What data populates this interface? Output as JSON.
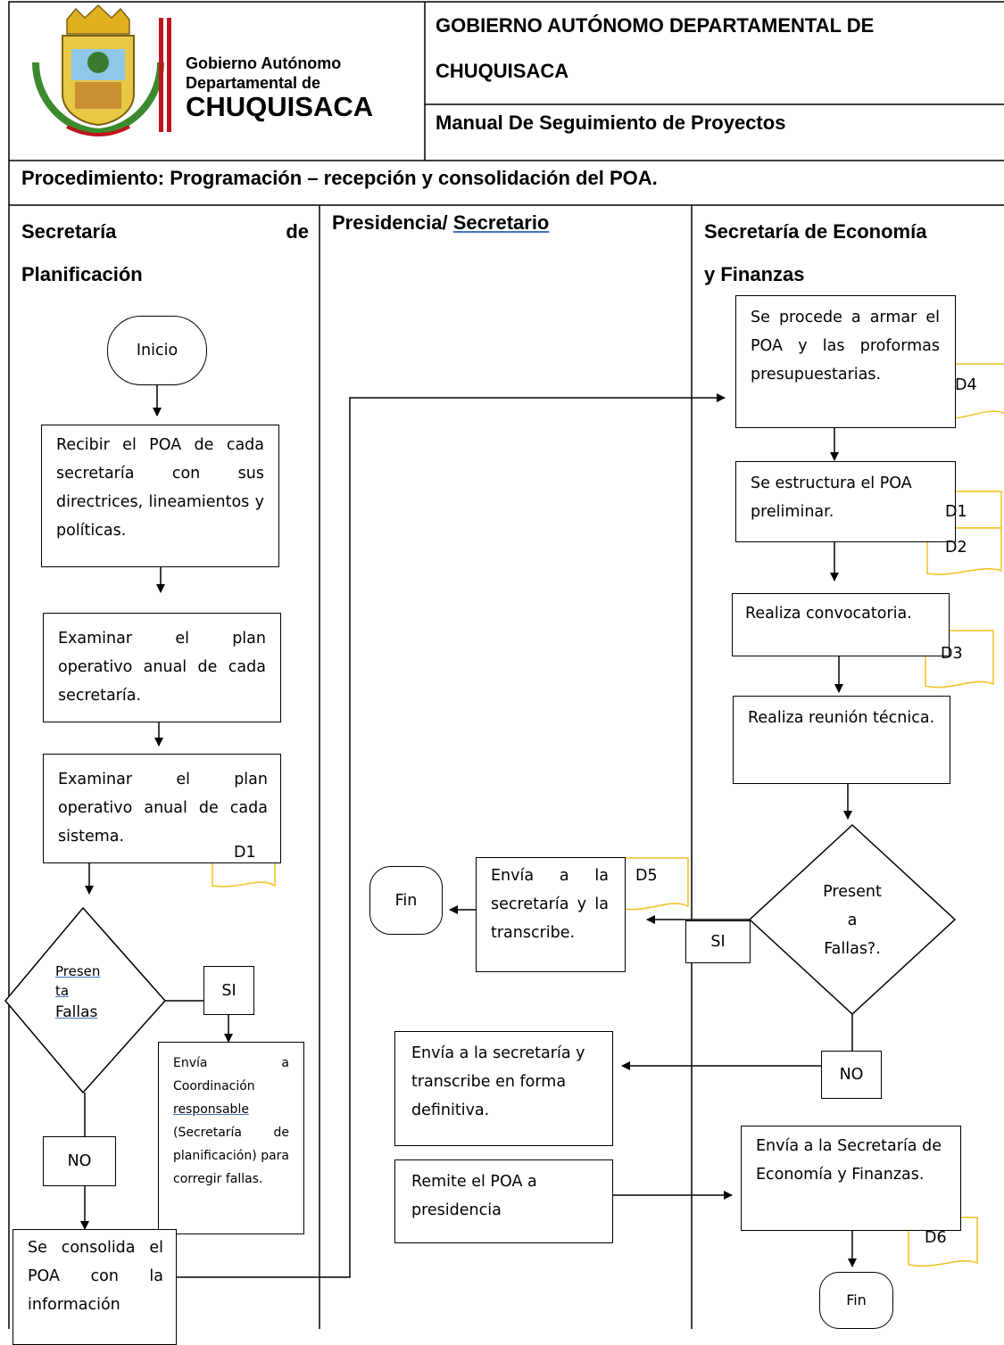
{
  "header": {
    "logo_line1": "Gobierno Autónomo",
    "logo_line2": "Departamental de",
    "logo_line3": "CHUQUISACA",
    "title_line1": "GOBIERNO AUTÓNOMO DEPARTAMENTAL DE",
    "title_line2": "CHUQUISACA",
    "subtitle": "Manual De Seguimiento de Proyectos"
  },
  "procedure": "Procedimiento: Programación – recepción y consolidación del POA.",
  "lanes": {
    "lane1_word1": "Secretaría",
    "lane1_word2": "de",
    "lane1_word3": "Planificación",
    "lane2_part1": "Presidencia/ ",
    "lane2_part2": "Secretario",
    "lane3_line1": "Secretaría de Economía",
    "lane3_line2": "y Finanzas"
  },
  "nodes": {
    "inicio": "Inicio",
    "recibir": "Recibir el POA de cada secretaría con sus directrices, lineamientos y políticas.",
    "examinar1": "Examinar el plan operativo anual de cada secretaría.",
    "examinar2": "Examinar el plan operativo anual de cada sistema.",
    "presenta_1": "Presen",
    "presenta_2": "ta",
    "presenta_3": "Fallas",
    "si_left": "SI",
    "no_left": "NO",
    "envia_coord_1": "Envía a Coordinación",
    "envia_coord_2": "responsable",
    "envia_coord_3": "(Secretaría de planificación) para corregir fallas.",
    "consolida": "Se consolida el POA con la información",
    "fin_mid": "Fin",
    "envia_transcribe": "Envía a la secretaría y la transcribe.",
    "envia_definitiva": "Envía a la secretaría y transcribe en forma definitiva.",
    "remite": "Remite el POA a presidencia",
    "armar": "Se procede a armar el POA y las proformas presupuestarias.",
    "estructura": "Se estructura el POA preliminar.",
    "convocatoria": "Realiza convocatoria.",
    "reunion": "Realiza reunión técnica.",
    "presenta_right_1": "Present",
    "presenta_right_2": "a",
    "presenta_right_3": "Fallas?.",
    "si_right": "SI",
    "no_right": "NO",
    "envia_economia": "Envía a la Secretaría de Economía y Finanzas.",
    "fin_right": "Fin"
  },
  "docs": {
    "d1_left": "D1",
    "d5": "D5",
    "d4": "D4",
    "d1_right": "D1",
    "d2": "D2",
    "d3": "D3",
    "d6": "D6"
  },
  "colors": {
    "doc_border": "#f0c020",
    "underline": "#4472c4",
    "logo_red": "#c0141c"
  }
}
